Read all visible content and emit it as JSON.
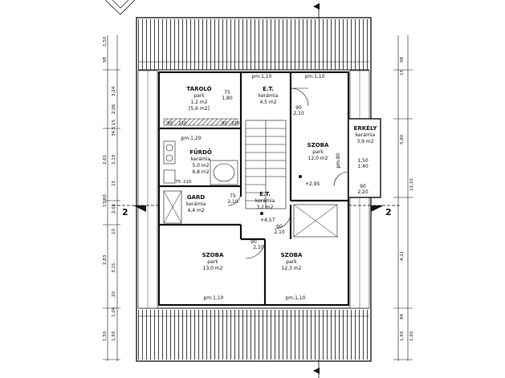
{
  "rooms": [
    {
      "id": "tarolo",
      "name": "TÁROLÓ",
      "lines": [
        "park",
        "1,2 m2",
        "[5,6 m2]"
      ]
    },
    {
      "id": "et_top",
      "name": "E.T.",
      "lines": [
        "kerámia",
        "4,5 m2"
      ]
    },
    {
      "id": "furdo",
      "name": "FÜRDŐ",
      "lines": [
        "kerámia",
        "5,0 m2",
        "6,8 m2"
      ]
    },
    {
      "id": "szoba_right",
      "name": "SZOBA",
      "lines": [
        "park",
        "12,0 m2"
      ]
    },
    {
      "id": "erkely",
      "name": "ERKÉLY",
      "lines": [
        "kerámia",
        "3,9 m2"
      ]
    },
    {
      "id": "gard",
      "name": "GARD",
      "lines": [
        "kerámia",
        "4,4 m2"
      ]
    },
    {
      "id": "et_mid",
      "name": "E.T.",
      "lines": [
        "kerámia",
        "3,2 m2"
      ]
    },
    {
      "id": "szoba_bl",
      "name": "SZOBA",
      "lines": [
        "park",
        "13,0 m2"
      ]
    },
    {
      "id": "szoba_bm",
      "name": "SZOBA",
      "lines": [
        "park",
        "12,3 m2"
      ]
    }
  ],
  "door_labels": [
    {
      "id": "d1",
      "top": "75",
      "bottom": "1,80"
    },
    {
      "id": "d2",
      "top": "90",
      "bottom": "2,10"
    },
    {
      "id": "d3",
      "top": "1,50",
      "bottom": "1,40"
    },
    {
      "id": "d4",
      "top": "90",
      "bottom": "2,20"
    },
    {
      "id": "d5",
      "top": "75",
      "bottom": "2,10"
    },
    {
      "id": "d6",
      "top": "90",
      "bottom": "2,10"
    },
    {
      "id": "d7",
      "top": "60",
      "bottom": "2,10"
    }
  ],
  "window_labels": [
    "pm:1,10",
    "pm:1,10",
    "pm:1,20",
    "pm:1,10",
    "pm:1,10",
    "pm:80"
  ],
  "small_labels": [
    "90",
    "210",
    "90",
    "210",
    "75",
    "210"
  ],
  "levels": [
    "+2,95",
    "+4,57"
  ],
  "section_markers": [
    "2",
    "2"
  ],
  "left_dims_inner": [
    "3,24",
    "2,06",
    "15",
    "34,5",
    "2,19",
    "2,61",
    "15",
    "2,01",
    "10",
    "2,83",
    "20",
    "1,04",
    "1,50"
  ],
  "left_dims_outer": [
    "98",
    "1,50",
    "3,15",
    "13,60",
    "1,50"
  ],
  "right_dims_inner": [
    "98",
    "15",
    "5,40",
    "1,50"
  ],
  "right_dims_outer": [
    "12,10",
    "4,11",
    "84",
    "1,50"
  ]
}
